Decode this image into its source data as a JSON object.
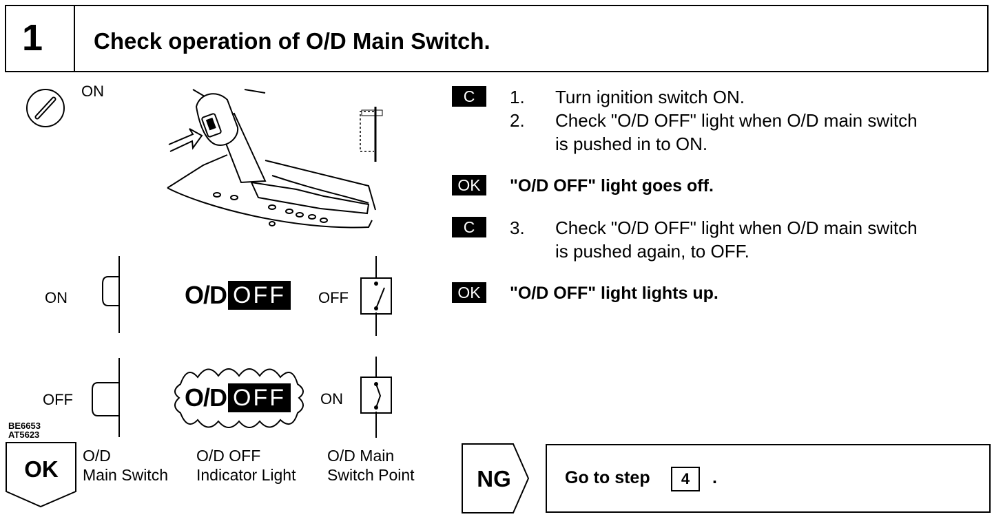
{
  "header": {
    "step_number": "1",
    "title": "Check operation of O/D Main Switch."
  },
  "instructions": {
    "tag_c": "C",
    "tag_ok": "OK",
    "step1_num": "1.",
    "step1_text": "Turn ignition switch ON.",
    "step2_num": "2.",
    "step2_line1": "Check \"O/D OFF\" light when O/D main switch",
    "step2_line2": "is pushed in to ON.",
    "ok1": "\"O/D OFF\" light goes off.",
    "step3_num": "3.",
    "step3_line1": "Check \"O/D OFF\" light when O/D main switch",
    "step3_line2": "is pushed again, to OFF.",
    "ok2": "\"O/D OFF\" light lights up."
  },
  "diagram": {
    "ignition_label": "ON",
    "switch_on_label": "ON",
    "switch_off_label": "OFF",
    "indicator_od": "O/D",
    "indicator_off": "OFF",
    "point_off_label": "OFF",
    "point_on_label": "ON",
    "code1": "BE6653",
    "code2": "AT5623",
    "caption_switch_line1": "O/D",
    "caption_switch_line2": "Main Switch",
    "caption_light_line1": "O/D OFF",
    "caption_light_line2": "Indicator Light",
    "caption_point_line1": "O/D Main",
    "caption_point_line2": "Switch Point"
  },
  "results": {
    "ok_label": "OK",
    "ng_label": "NG",
    "go_to_text": "Go to step",
    "step_ref": "4",
    "go_to_end": "."
  }
}
